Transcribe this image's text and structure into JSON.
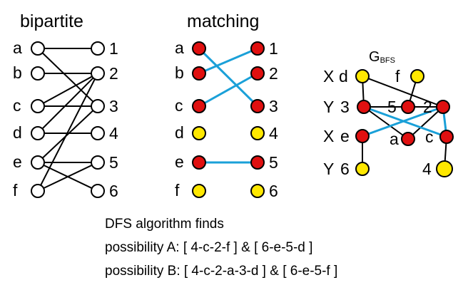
{
  "panels": {
    "bipartite": {
      "title": "bipartite",
      "left_labels": [
        "a",
        "b",
        "c",
        "d",
        "e",
        "f"
      ],
      "right_labels": [
        "1",
        "2",
        "3",
        "4",
        "5",
        "6"
      ],
      "edges": [
        [
          "a",
          "1"
        ],
        [
          "a",
          "3"
        ],
        [
          "b",
          "2"
        ],
        [
          "c",
          "3"
        ],
        [
          "c",
          "2"
        ],
        [
          "d",
          "2"
        ],
        [
          "d",
          "4"
        ],
        [
          "e",
          "5"
        ],
        [
          "e",
          "3"
        ],
        [
          "f",
          "5"
        ],
        [
          "f",
          "2"
        ],
        [
          "e",
          "6"
        ]
      ]
    },
    "matching": {
      "title": "matching",
      "left_labels": [
        "a",
        "b",
        "c",
        "d",
        "e",
        "f"
      ],
      "right_labels": [
        "1",
        "2",
        "3",
        "4",
        "5",
        "6"
      ],
      "left_colors": [
        "red",
        "red",
        "red",
        "yellow",
        "red",
        "yellow"
      ],
      "right_colors": [
        "red",
        "red",
        "red",
        "yellow",
        "red",
        "yellow"
      ],
      "matched_edges": [
        [
          "a",
          "3"
        ],
        [
          "b",
          "1"
        ],
        [
          "c",
          "2"
        ],
        [
          "e",
          "5"
        ]
      ]
    },
    "gbfs": {
      "title": "G",
      "title_subscript": "BFS",
      "row_tags": [
        "X",
        "Y",
        "X",
        "Y"
      ],
      "node_labels": {
        "d": "d",
        "f": "f",
        "n3": "3",
        "n5": "5",
        "n2": "2",
        "e": "e",
        "a": "a",
        "c": "c",
        "n6": "6",
        "n4": "4"
      },
      "node_colors": {
        "d": "yellow",
        "f": "yellow",
        "n3": "red",
        "n5": "red",
        "n2": "red",
        "e": "red",
        "a": "red",
        "c": "red",
        "n6": "yellow",
        "n4": "yellow"
      }
    }
  },
  "caption": {
    "line1": "DFS algorithm finds",
    "line2": "possibility A: [ 4-c-2-f ] & [ 6-e-5-d ]",
    "line3": "possibility B: [ 4-c-2-a-3-d ] & [ 6-e-5-f ]"
  },
  "colors": {
    "red": "#e01010",
    "yellow": "#ffe800",
    "white": "#ffffff",
    "blue_edge": "#1aa0d8",
    "black": "#000000"
  }
}
